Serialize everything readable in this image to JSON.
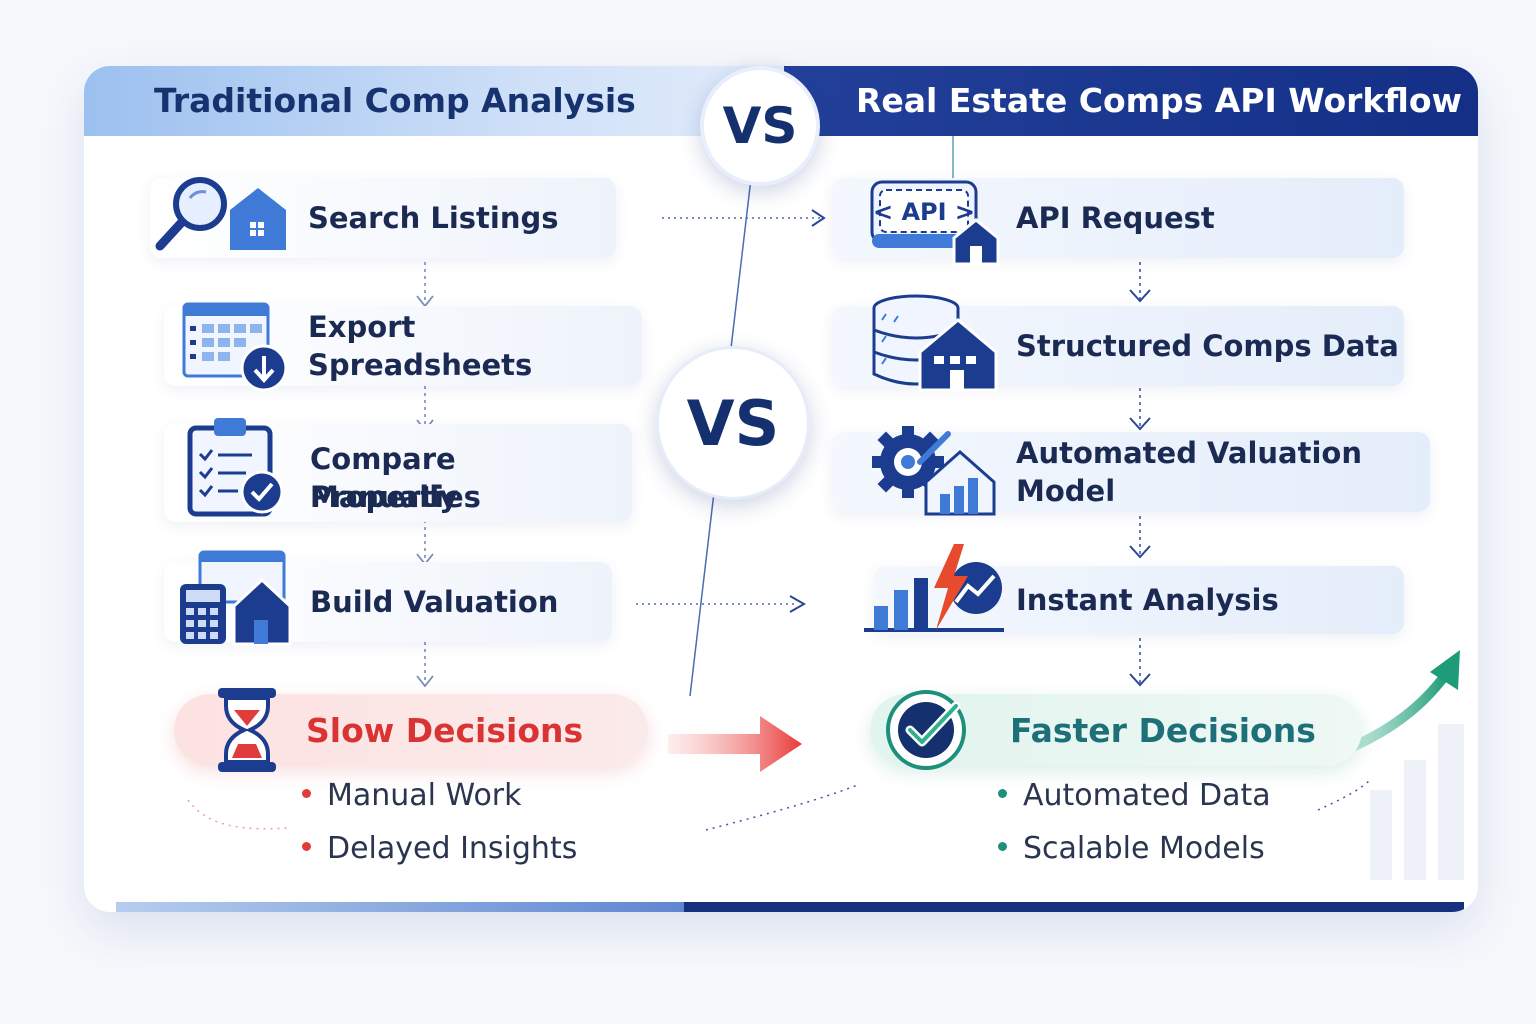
{
  "left": {
    "title": "Traditional Comp Analysis",
    "steps": [
      {
        "label": "Search Listings",
        "icon": "magnifier-house-icon"
      },
      {
        "label": "Export Spreadsheets",
        "icon": "spreadsheet-download-icon"
      },
      {
        "label_line1": "Compare Properties",
        "label_line2": "Manually",
        "icon": "clipboard-check-icon"
      },
      {
        "label": "Build Valuation",
        "icon": "calculator-house-icon"
      }
    ],
    "outcome": {
      "label": "Slow Decisions",
      "icon": "hourglass-icon",
      "bullets": [
        "Manual Work",
        "Delayed Insights"
      ]
    }
  },
  "right": {
    "title": "Real Estate Comps API Workflow",
    "steps": [
      {
        "label": "API Request",
        "icon": "api-house-icon",
        "icon_text": "< API >"
      },
      {
        "label": "Structured Comps Data",
        "icon": "database-house-icon"
      },
      {
        "label": "Automated Valuation Model",
        "icon": "gear-house-chart-icon"
      },
      {
        "label": "Instant Analysis",
        "icon": "bar-chart-lightning-icon"
      }
    ],
    "outcome": {
      "label": "Faster Decisions",
      "icon": "check-badge-icon",
      "bullets": [
        "Automated Data",
        "Scalable Models"
      ]
    }
  },
  "vs_label": "VS",
  "colors": {
    "navy": "#15306f",
    "red": "#e03c3c",
    "green": "#1e8f7a",
    "light_blue": "#9cc0ef"
  }
}
